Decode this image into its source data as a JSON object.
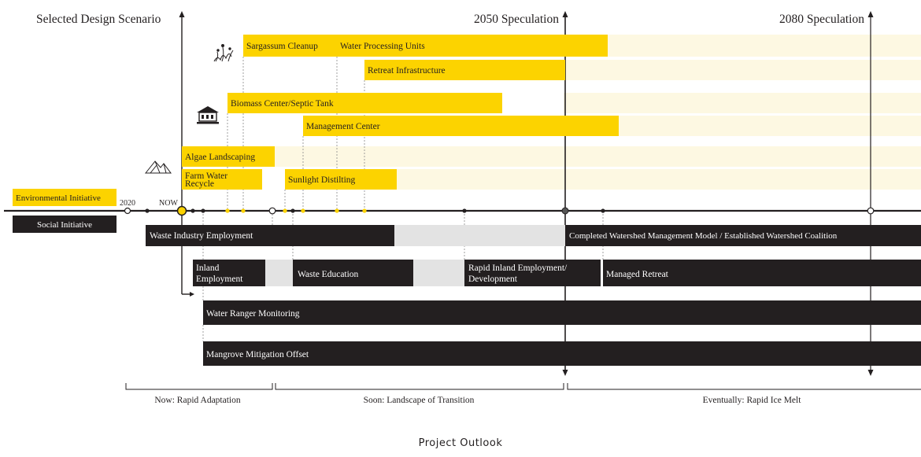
{
  "headers": {
    "selected": "Selected Design Scenario",
    "spec2050": "2050 Speculation",
    "spec2080": "2080 Speculation"
  },
  "timeline": {
    "year_label": "2020",
    "now_label": "NOW"
  },
  "legend": {
    "environmental": "Environmental Initiative",
    "social": "Social Initiative"
  },
  "environmental_bars": {
    "sargassum": "Sargassum Cleanup",
    "water_processing": "Water Processing Units",
    "retreat_infra": "Retreat Infrastructure",
    "biomass": "Biomass Center/Septic Tank",
    "management_center": "Management Center",
    "algae": "Algae Landscaping",
    "farm_water_1": "Farm Water",
    "farm_water_2": "Recycle",
    "sunlight": "Sunlight Distilting"
  },
  "social_bars": {
    "waste_industry": "Waste Industry Employment",
    "completed_watershed": "Completed Watershed Management Model / Established Watershed Coalition",
    "inland_1": "Inland",
    "inland_2": "Employment",
    "waste_education": "Waste Education",
    "rapid_inland_1": "Rapid Inland Employment/",
    "rapid_inland_2": "Development",
    "managed_retreat": "Managed Retreat",
    "water_ranger": "Water Ranger Monitoring",
    "mangrove": "Mangrove Mitigation Offset"
  },
  "phases": {
    "now": "Now: Rapid Adaptation",
    "soon": "Soon: Landscape of Transition",
    "eventually": "Eventually: Rapid Ice Melt"
  },
  "caption": "Project Outlook",
  "colors": {
    "yellow": "#fcd300",
    "pale_yellow": "#fdf8e2",
    "black_bar": "#231f20",
    "gray_bar": "#e3e3e3",
    "axis": "#231f20"
  },
  "icons": [
    "seaweed-icon",
    "building-icon",
    "mountain-icon"
  ]
}
